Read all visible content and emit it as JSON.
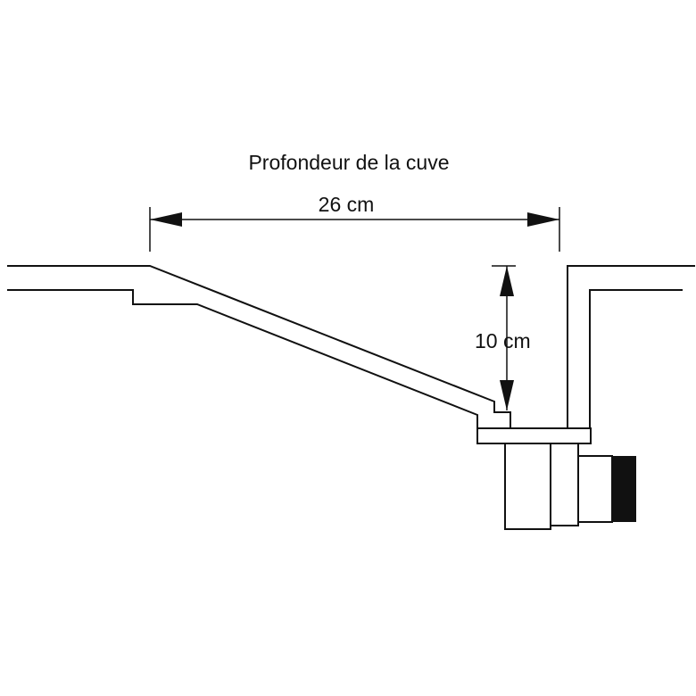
{
  "title": "Profondeur de la cuve",
  "dimensions": {
    "width_label": "26 cm",
    "height_label": "10 cm"
  },
  "colors": {
    "stroke": "#111111",
    "background": "#ffffff"
  }
}
